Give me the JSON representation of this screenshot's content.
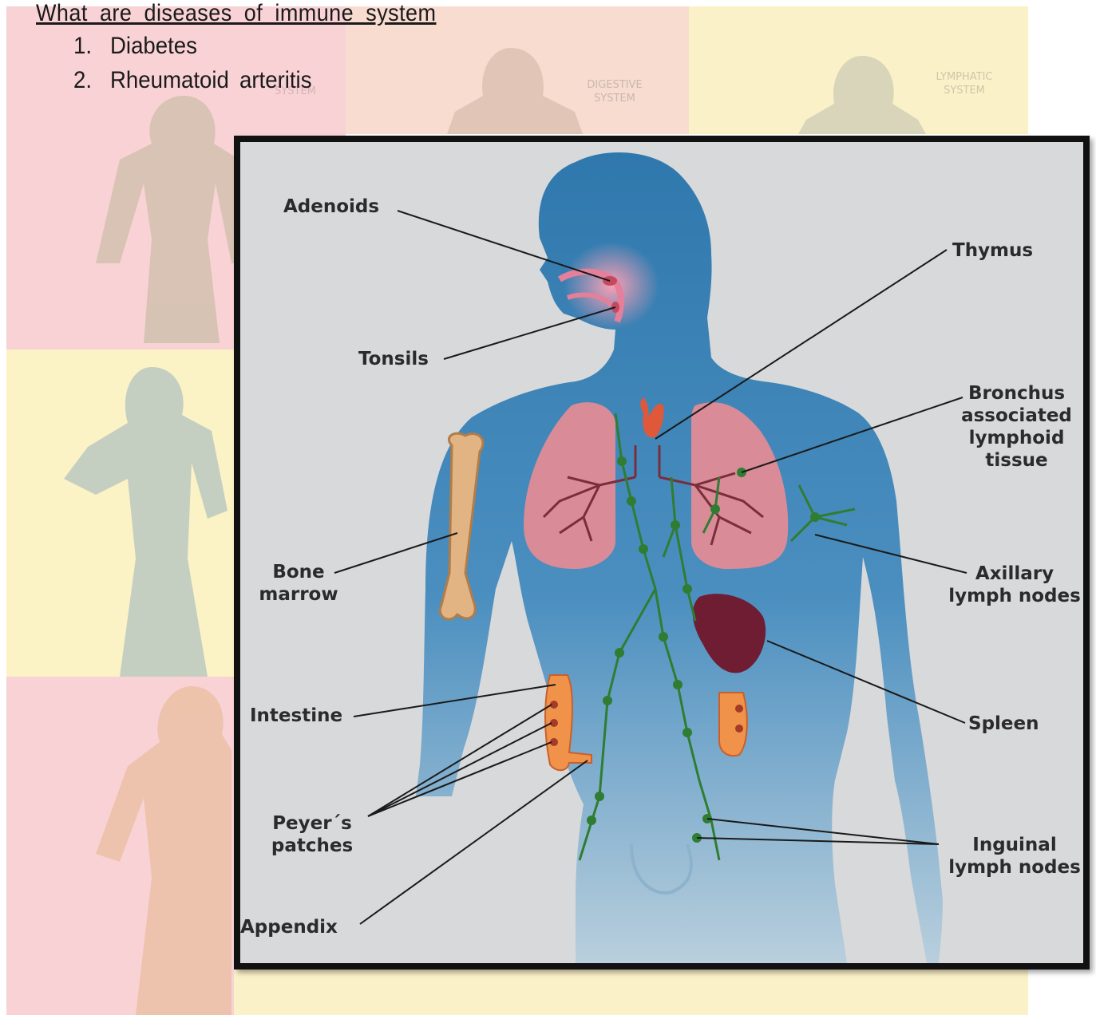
{
  "slide": {
    "heading": "What are diseases of immune system",
    "items": [
      {
        "num": "1.",
        "text": "Diabetes"
      },
      {
        "num": "2.",
        "text": "Rheumatoid arteritis"
      }
    ]
  },
  "background_panels": {
    "digestive": "DIGESTIVE SYSTEM",
    "lymphatic": "LYMPHATIC SYSTEM",
    "skeletal_partial": "SYSTEM"
  },
  "diagram": {
    "labels": {
      "adenoids": "Adenoids",
      "tonsils": "Tonsils",
      "thymus": "Thymus",
      "bronchus_1": "Bronchus",
      "bronchus_2": "associated",
      "bronchus_3": "lymphoid",
      "bronchus_4": "tissue",
      "bone_1": "Bone",
      "bone_2": "marrow",
      "axillary_1": "Axillary",
      "axillary_2": "lymph nodes",
      "intestine": "Intestine",
      "spleen": "Spleen",
      "peyers_1": "Peyer´s",
      "peyers_2": "patches",
      "inguinal_1": "Inguinal",
      "inguinal_2": "lymph nodes",
      "appendix": "Appendix"
    },
    "colors": {
      "body": "#3e86b8",
      "lymph": "#2f7d32",
      "lungs": "#d98b97",
      "spleen": "#6e1d33",
      "bone": "#e2b483",
      "intestine": "#f0924a",
      "frame_bg": "#d8d9da"
    }
  }
}
